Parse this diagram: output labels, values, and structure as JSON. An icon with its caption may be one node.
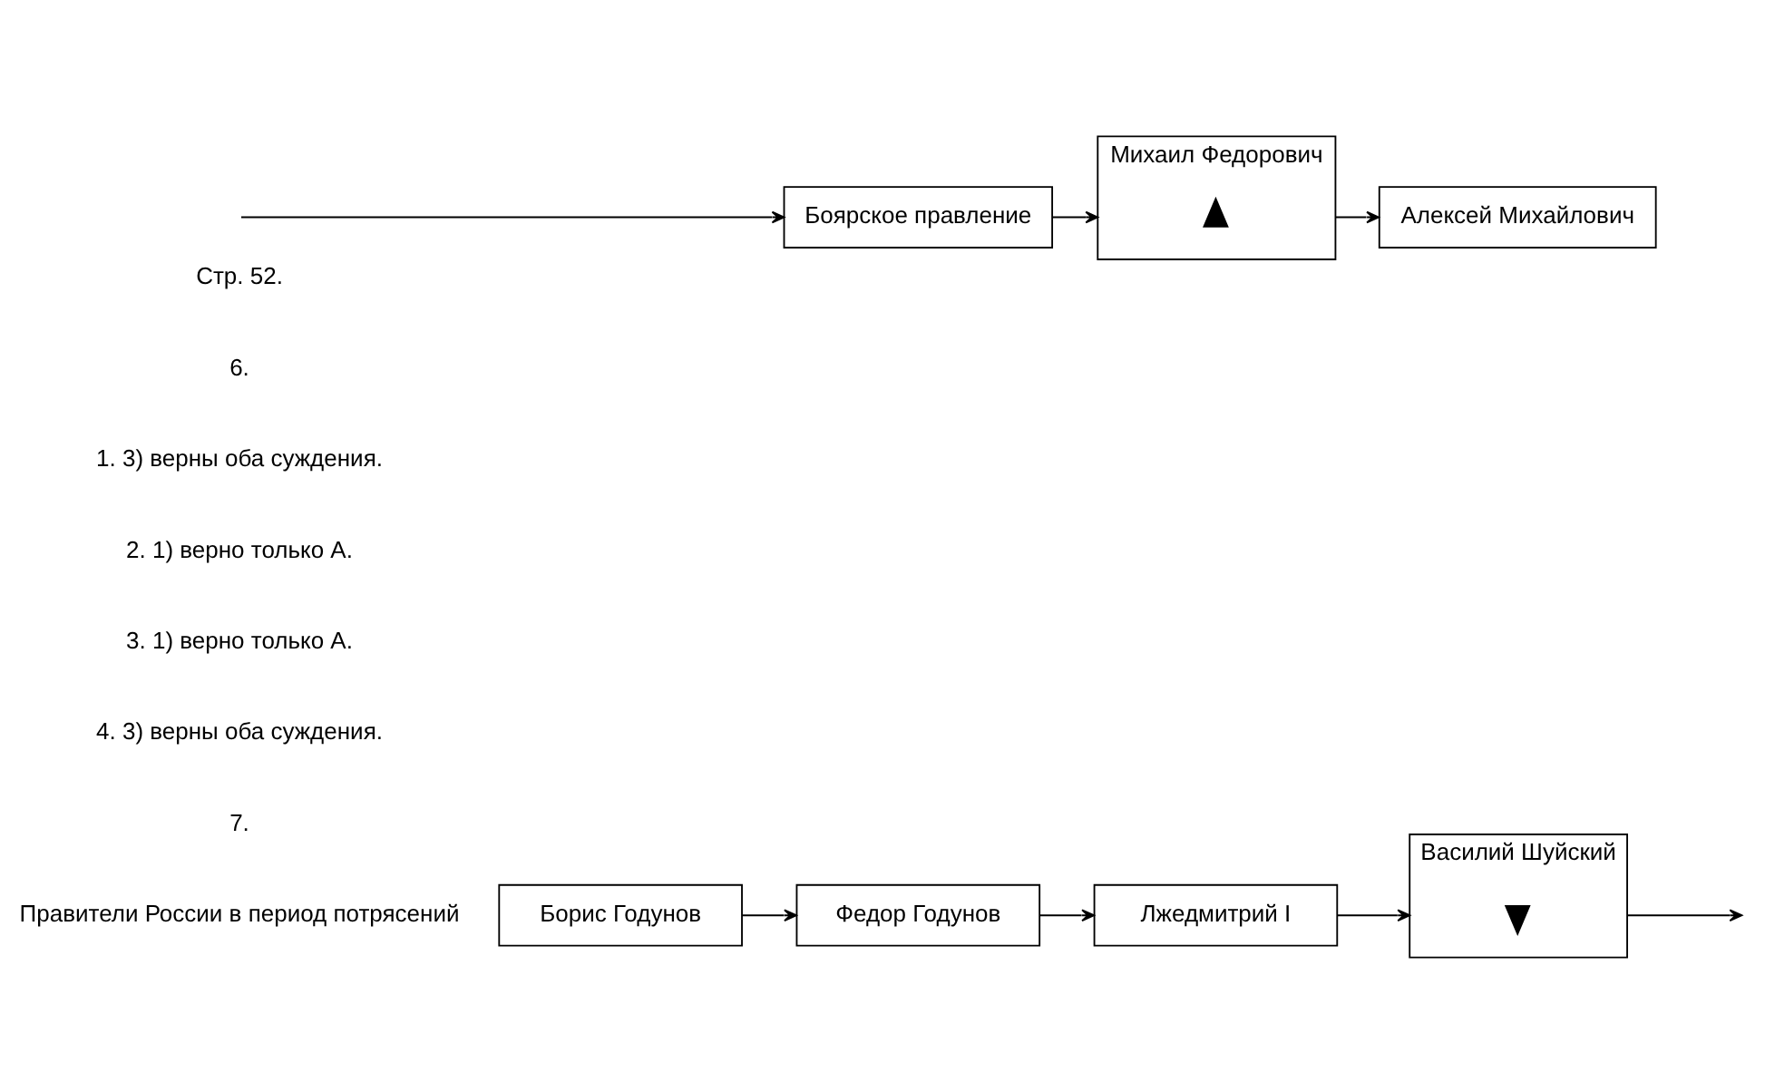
{
  "diagram": {
    "nodes": [
      {
        "text": [
          "Борис Годунов"
        ]
      },
      {
        "text": [
          "Федор Годунов"
        ]
      },
      {
        "text": [
          "Лжедмитрий I"
        ]
      },
      {
        "text": [
          "Василий Шуйский"
        ]
      },
      {
        "text": [],
        "shape": "triangle",
        "in": 3
      },
      {
        "text": [
          "Боярское правление"
        ]
      },
      {
        "text": [
          "Михаил Федорович"
        ]
      },
      {
        "text": [],
        "shape": "triangle",
        "in": 6
      },
      {
        "text": [
          "Алексей Михайлович"
        ]
      }
    ],
    "edges": [
      {
        "from": 0,
        "to": 1,
        "arrow": "to"
      },
      {
        "from": 1,
        "to": 2,
        "arrow": "to"
      },
      {
        "from": 2,
        "to": 3,
        "arrow": "to"
      },
      {
        "from": 3,
        "to": null,
        "arrow": "to"
      },
      {
        "from": null,
        "to": 5,
        "arrow": "to"
      },
      {
        "from": 5,
        "to": 6,
        "arrow": "to"
      },
      {
        "from": 6,
        "to": 8,
        "arrow": "to"
      }
    ],
    "labels": [
      "Стр. 52.",
      "6.",
      "1. 3) верны оба суждения.",
      "2. 1) верно только А.",
      "3. 1) верно только А.",
      "4. 3) верны оба суждения.",
      "7.",
      "Правители России в период потрясений"
    ]
  }
}
